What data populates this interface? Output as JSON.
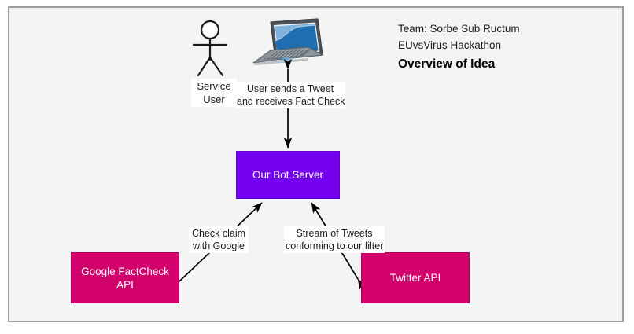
{
  "header": {
    "team_line": "Team: Sorbe Sub Ructum",
    "event_line": "EUvsVirus Hackathon",
    "title": "Overview of Idea"
  },
  "actors": {
    "service_user": {
      "label": "Service\nUser",
      "icon": "stick-figure-icon"
    },
    "laptop": {
      "icon": "laptop-icon"
    }
  },
  "nodes": [
    {
      "id": "bot-server",
      "label": "Our Bot Server",
      "color": "#7500f0",
      "text_color": "#ffffff"
    },
    {
      "id": "google-api",
      "label": "Google FactCheck\nAPI",
      "color": "#d2006d",
      "text_color": "#ffffff"
    },
    {
      "id": "twitter-api",
      "label": "Twitter API",
      "color": "#d2006d",
      "text_color": "#ffffff"
    }
  ],
  "edges": [
    {
      "id": "user-tweet",
      "label": "User sends a Tweet\nand receives Fact Check",
      "from": "laptop",
      "to": "bot-server",
      "style": "double-headed"
    },
    {
      "id": "check-claim",
      "label": "Check claim\nwith Google",
      "from": "bot-server",
      "to": "google-api",
      "style": "double-headed"
    },
    {
      "id": "stream-tweets",
      "label": "Stream of Tweets\nconforming to our filter",
      "from": "bot-server",
      "to": "twitter-api",
      "style": "double-headed"
    }
  ],
  "colors": {
    "canvas_background": "#f4f4f4",
    "canvas_border": "#9d9d9d",
    "purple": "#7500f0",
    "pink": "#d2006d",
    "line": "#000000",
    "laptop_body": "#5a5f66",
    "laptop_screen_light": "#5b9bd5",
    "laptop_screen_dark": "#1f6fb0"
  }
}
